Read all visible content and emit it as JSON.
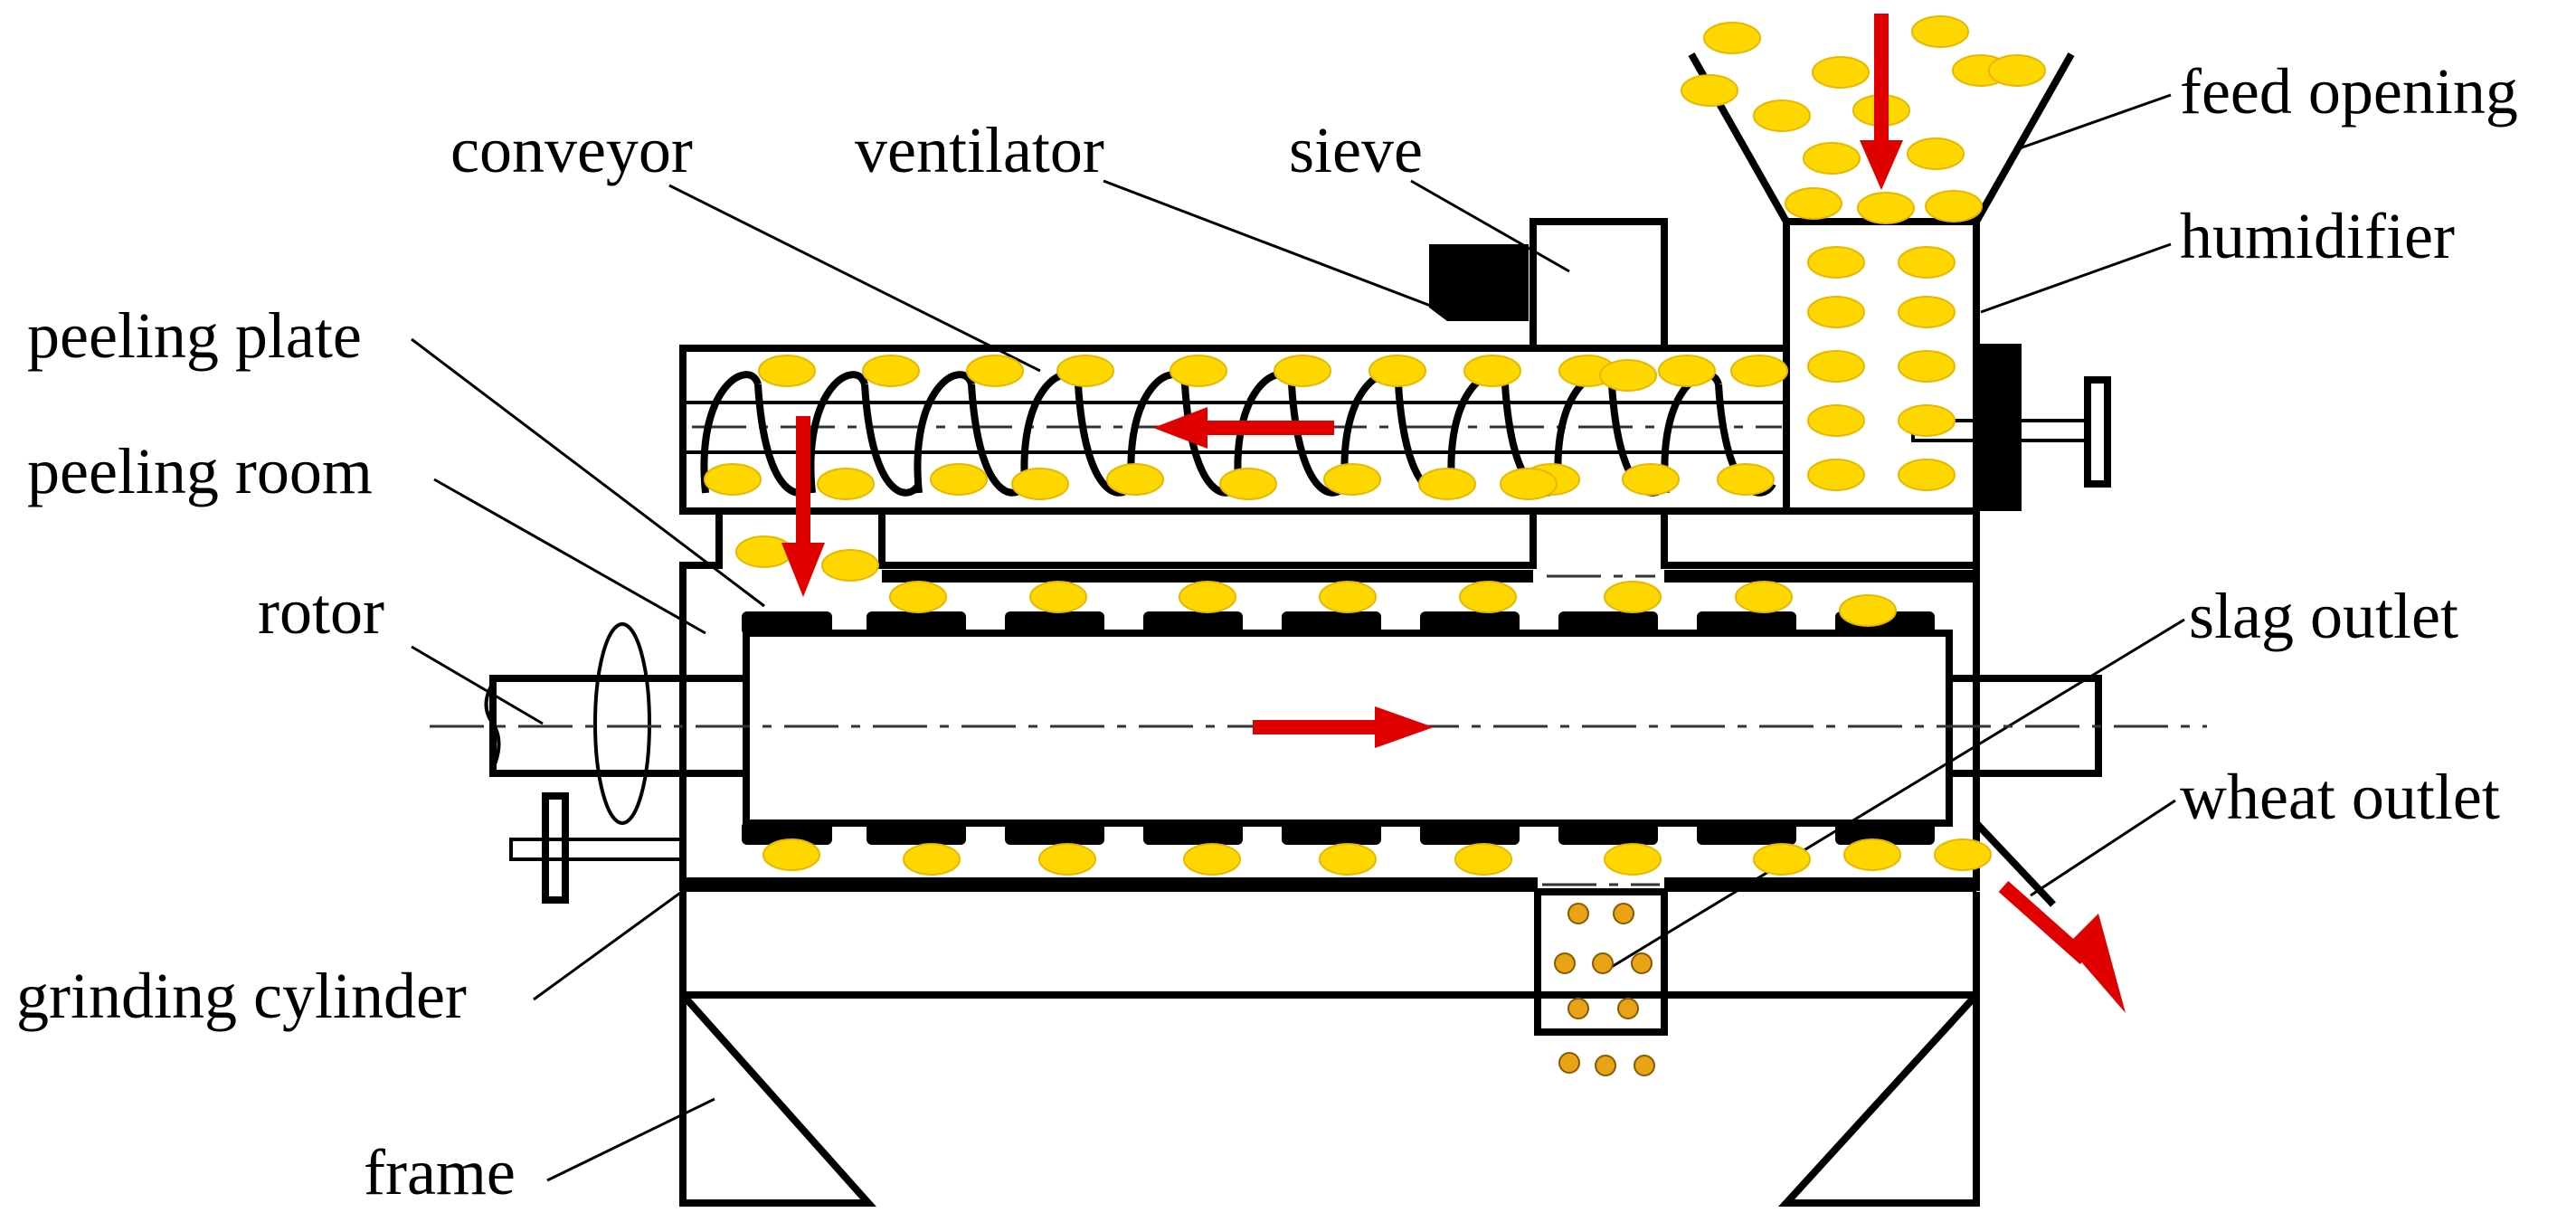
{
  "colors": {
    "grain": "#FFD700",
    "grain_edge": "#E6B800",
    "arrow": "#E00000",
    "slag": "#E8A317",
    "line": "#000000"
  },
  "labels": {
    "conveyor": "conveyor",
    "ventilator": "ventilator",
    "sieve": "sieve",
    "feed_opening": "feed opening",
    "humidifier": "humidifier",
    "peeling_plate": "peeling plate",
    "peeling_room": "peeling room",
    "rotor": "rotor",
    "slag_outlet": "slag outlet",
    "wheat_outlet": "wheat outlet",
    "grinding_cylinder": "grinding cylinder",
    "frame": "frame"
  }
}
